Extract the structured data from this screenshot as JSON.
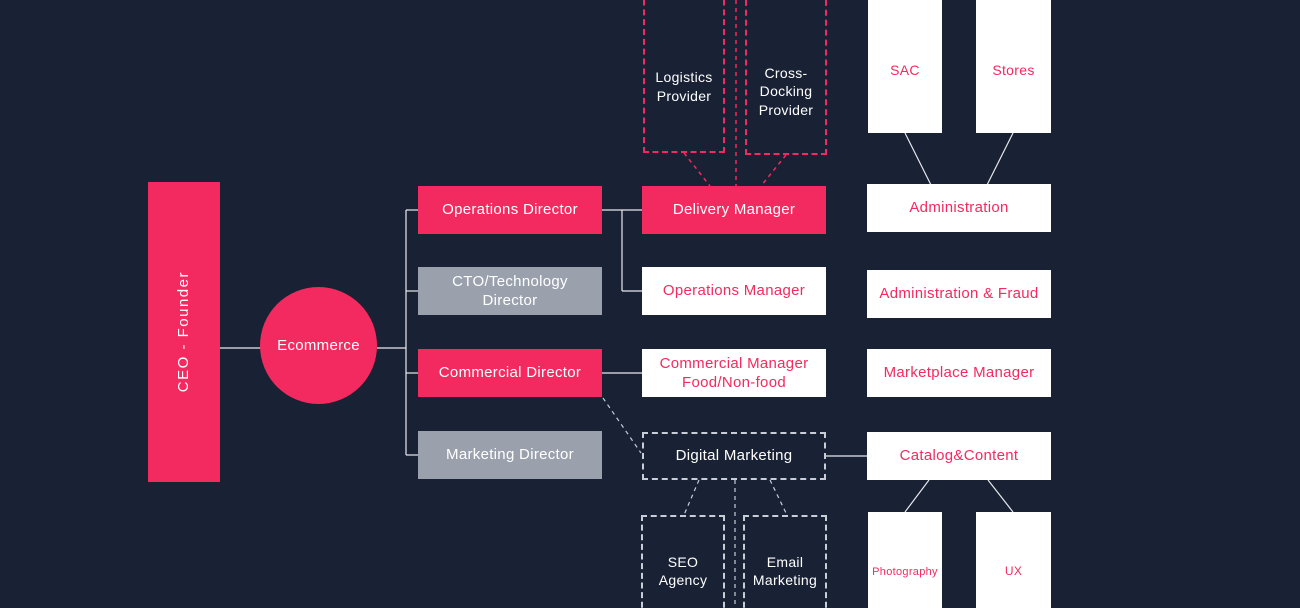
{
  "colors": {
    "background": "#192134",
    "pink": "#f32a5f",
    "gray": "#9aa1ad",
    "white": "#ffffff",
    "line": "#e9eaee",
    "dashed_light": "#c9cdd6"
  },
  "nodes": {
    "ceo": "CEO - Founder",
    "ecommerce": "Ecommerce",
    "operations_director": "Operations Director",
    "cto_director": "CTO/Technology Director",
    "commercial_director": "Commercial Director",
    "marketing_director": "Marketing Director",
    "logistics_provider": "Logistics Provider",
    "cross_docking_provider": "Cross-Docking Provider",
    "delivery_manager": "Delivery Manager",
    "operations_manager": "Operations Manager",
    "commercial_manager": "Commercial Manager Food/Non-food",
    "digital_marketing": "Digital Marketing",
    "sac": "SAC",
    "stores": "Stores",
    "administration": "Administration",
    "administration_fraud": "Administration & Fraud",
    "marketplace_manager": "Marketplace Manager",
    "catalog_content": "Catalog&Content",
    "photography": "Photography",
    "ux": "UX",
    "seo_agency": "SEO Agency",
    "email_marketing": "Email Marketing"
  }
}
